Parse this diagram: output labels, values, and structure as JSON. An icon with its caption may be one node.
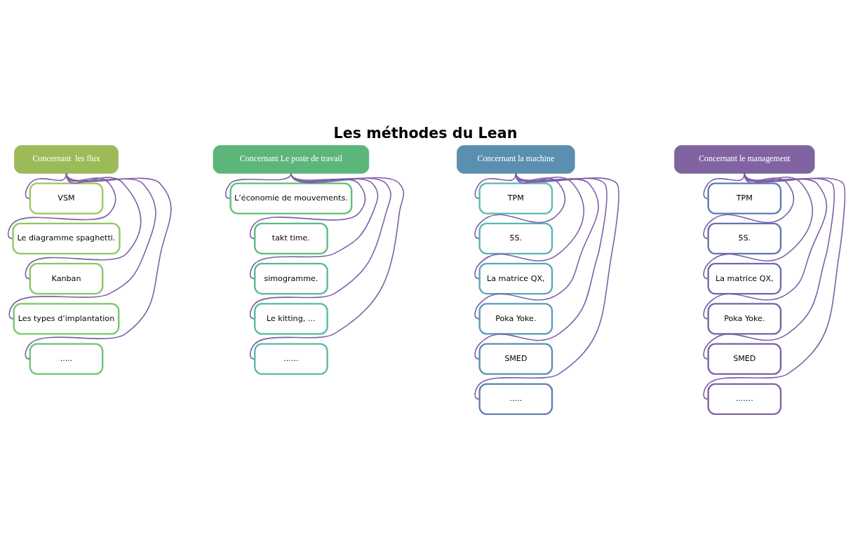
{
  "diagram": {
    "title": "Les méthodes du Lean",
    "nodes": [
      {
        "text": [
          "Concernant  les flux"
        ]
      },
      {
        "text": [
          "VSM"
        ]
      },
      {
        "text": [
          "Le diagramme spaghetti."
        ]
      },
      {
        "text": [
          "Kanban"
        ]
      },
      {
        "text": [
          "Les types d’implantation"
        ]
      },
      {
        "text": [
          "....."
        ]
      },
      {
        "text": [
          "Concernant Le poste de travail"
        ]
      },
      {
        "text": [
          "L’économie de mouvements."
        ]
      },
      {
        "text": [
          "takt time."
        ]
      },
      {
        "text": [
          "simogramme."
        ]
      },
      {
        "text": [
          "Le kitting, …"
        ]
      },
      {
        "text": [
          "......"
        ]
      },
      {
        "text": [
          "Concernant la machine"
        ]
      },
      {
        "text": [
          "TPM"
        ]
      },
      {
        "text": [
          "5S."
        ]
      },
      {
        "text": [
          "La matrice QX,"
        ]
      },
      {
        "text": [
          "Poka Yoke."
        ]
      },
      {
        "text": [
          "SMED"
        ]
      },
      {
        "text": [
          "....."
        ]
      },
      {
        "text": [
          "Concernant le management"
        ]
      },
      {
        "text": [
          "TPM"
        ]
      },
      {
        "text": [
          "5S."
        ]
      },
      {
        "text": [
          "La matrice QX,"
        ]
      },
      {
        "text": [
          "Poka Yoke."
        ]
      },
      {
        "text": [
          "SMED"
        ]
      },
      {
        "text": [
          "......."
        ]
      }
    ],
    "edges": [
      {
        "from": 0,
        "to": 1,
        "arrow": "none"
      },
      {
        "from": 0,
        "to": 2,
        "arrow": "none"
      },
      {
        "from": 0,
        "to": 3,
        "arrow": "none"
      },
      {
        "from": 0,
        "to": 4,
        "arrow": "none"
      },
      {
        "from": 0,
        "to": 5,
        "arrow": "none"
      },
      {
        "from": 6,
        "to": 7,
        "arrow": "none"
      },
      {
        "from": 6,
        "to": 8,
        "arrow": "none"
      },
      {
        "from": 6,
        "to": 9,
        "arrow": "none"
      },
      {
        "from": 6,
        "to": 10,
        "arrow": "none"
      },
      {
        "from": 6,
        "to": 11,
        "arrow": "none"
      },
      {
        "from": 12,
        "to": 13,
        "arrow": "none"
      },
      {
        "from": 12,
        "to": 14,
        "arrow": "none"
      },
      {
        "from": 12,
        "to": 15,
        "arrow": "none"
      },
      {
        "from": 12,
        "to": 16,
        "arrow": "none"
      },
      {
        "from": 12,
        "to": 17,
        "arrow": "none"
      },
      {
        "from": 12,
        "to": 18,
        "arrow": "none"
      },
      {
        "from": 19,
        "to": 20,
        "arrow": "none"
      },
      {
        "from": 19,
        "to": 21,
        "arrow": "none"
      },
      {
        "from": 19,
        "to": 22,
        "arrow": "none"
      },
      {
        "from": 19,
        "to": 23,
        "arrow": "none"
      },
      {
        "from": 19,
        "to": 24,
        "arrow": "none"
      },
      {
        "from": 19,
        "to": 25,
        "arrow": "none"
      }
    ]
  }
}
